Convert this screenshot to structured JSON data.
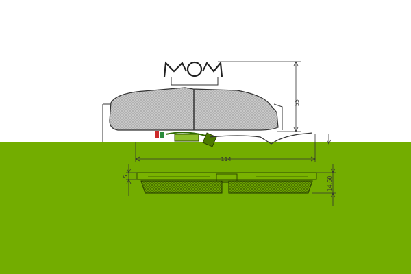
{
  "drawing": {
    "dims": {
      "width": "114",
      "height": "55",
      "thickness": "14.60",
      "backplate": "5"
    },
    "colors": {
      "band": "#73ad00",
      "pad_fill": "#c8c8c8",
      "line": "#333333"
    },
    "icons": [
      "spring-clip-icon",
      "wear-indicator-icon"
    ]
  }
}
